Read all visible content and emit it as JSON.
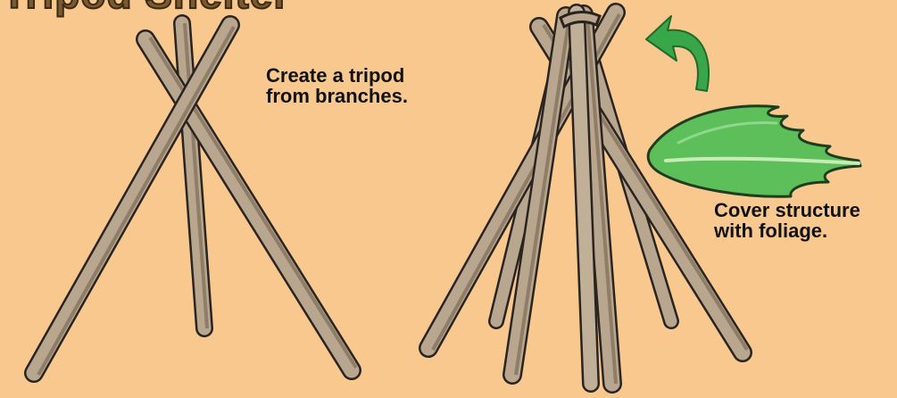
{
  "title": "Tripod Shelter",
  "captions": {
    "tripod_line1": "Create a tripod",
    "tripod_line2": "from branches.",
    "cover_line1": "Cover structure",
    "cover_line2": "with foliage."
  },
  "colors": {
    "background": "#f8c88f",
    "branch": "#b8a68e",
    "branch_shadow": "#8f7d67",
    "outline": "#2a2420",
    "leaf": "#5cbf5a",
    "arrow": "#3aa64a"
  },
  "icons": [
    "curved-arrow-icon",
    "leaf-icon"
  ]
}
